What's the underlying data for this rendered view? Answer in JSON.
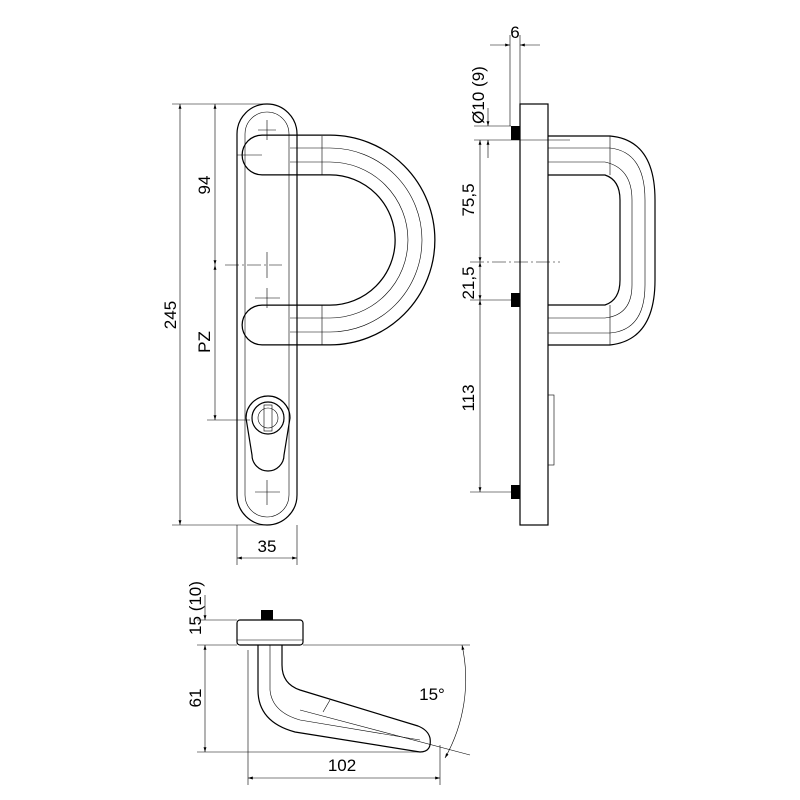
{
  "front_view": {
    "height": "245",
    "upper_distance": "94",
    "pz": "PZ",
    "width": "35"
  },
  "side_view": {
    "offset": "6",
    "diameter": "Ø10 (9)",
    "dim_upper": "75,5",
    "dim_middle": "21,5",
    "dim_lower": "113"
  },
  "bottom_view": {
    "rose_height": "15 (10)",
    "lever_height": "61",
    "lever_length": "102",
    "angle": "15°"
  }
}
